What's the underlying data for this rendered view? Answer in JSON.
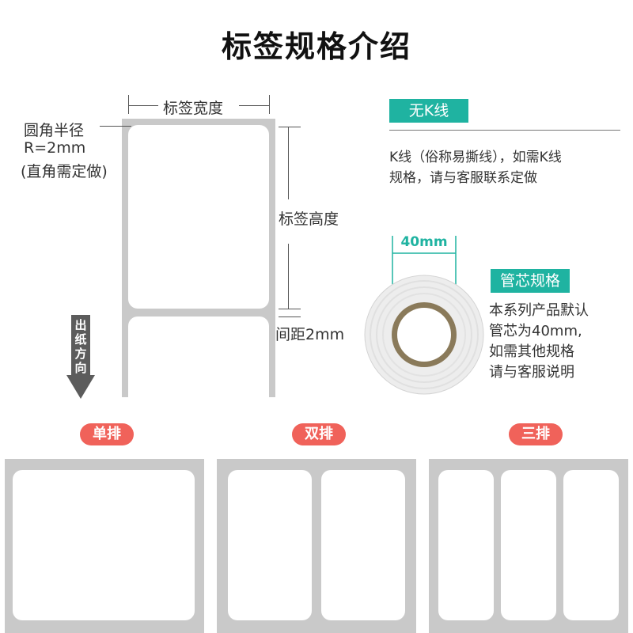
{
  "page": {
    "title": "标签规格介绍"
  },
  "diagram": {
    "width_label": "标签宽度",
    "radius_lines": [
      "圆角半径",
      "R=2mm",
      "(直角需定做)"
    ],
    "height_label": "标签高度",
    "gap_label": "间距2mm",
    "feed_direction": [
      "出",
      "纸",
      "方",
      "向"
    ]
  },
  "k_line": {
    "badge": "无K线",
    "lines": [
      "K线（俗称易撕线），如需K线",
      "规格，请与客服联系定做"
    ]
  },
  "core": {
    "dimension": "40mm",
    "badge": "管芯规格",
    "lines": [
      "本系列产品默认",
      "管芯为40mm,",
      "如需其他规格",
      "请与客服说明"
    ]
  },
  "layouts": [
    {
      "label": "单排"
    },
    {
      "label": "双排"
    },
    {
      "label": "三排"
    }
  ],
  "colors": {
    "teal": "#1fb3a1",
    "red": "#f0625a",
    "paper_gray": "#c9c9c9",
    "core_brown": "#8a7a5a"
  }
}
